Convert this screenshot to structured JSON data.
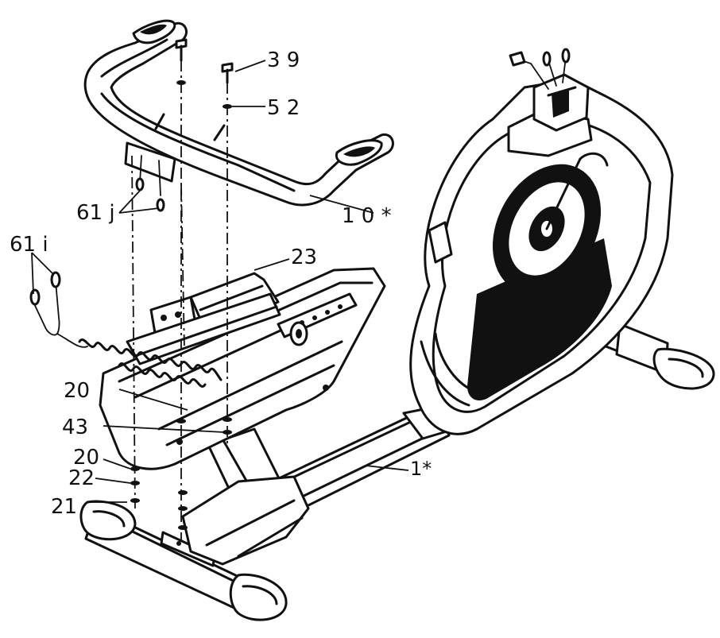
{
  "diagram": {
    "callouts": {
      "c39": "3 9",
      "c52": "5 2",
      "c10": "1 0 *",
      "c61j": "61 j",
      "c61i": "61 i",
      "c23": "23",
      "c20a": "20",
      "c43": "43",
      "c20b": "20",
      "c22": "22",
      "c21": "21",
      "c1": "1*"
    }
  }
}
